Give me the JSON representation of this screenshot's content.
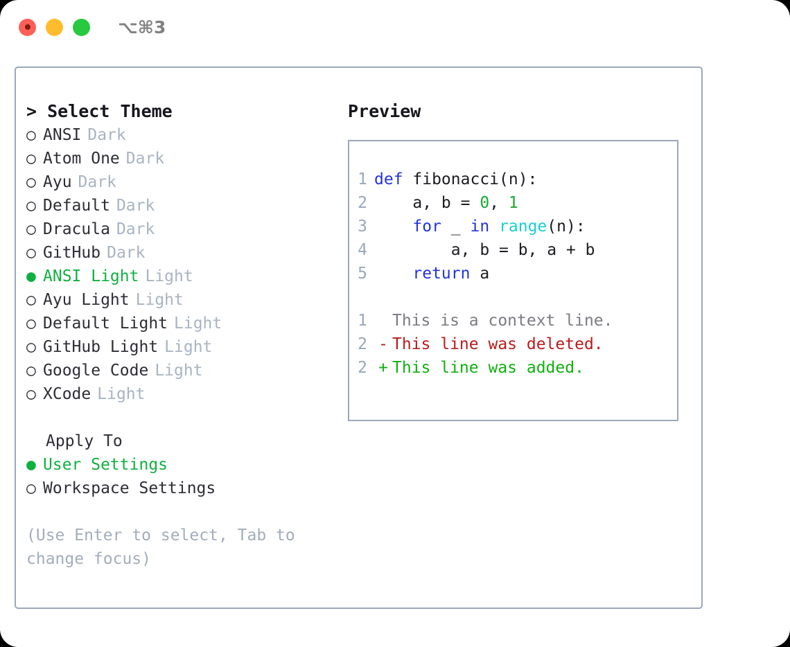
{
  "titlebar": {
    "shortcut": "⌥⌘3",
    "lights": [
      "close",
      "minimize",
      "zoom"
    ]
  },
  "theme_panel": {
    "heading": "> Select Theme",
    "marker_selected": "●",
    "marker_unselected": "○",
    "selected_color": "#10b040",
    "tag_color": "#a8b4c2",
    "items": [
      {
        "label": "ANSI",
        "tag": "Dark",
        "selected": false
      },
      {
        "label": "Atom One",
        "tag": "Dark",
        "selected": false
      },
      {
        "label": "Ayu",
        "tag": "Dark",
        "selected": false
      },
      {
        "label": "Default",
        "tag": "Dark",
        "selected": false
      },
      {
        "label": "Dracula",
        "tag": "Dark",
        "selected": false
      },
      {
        "label": "GitHub",
        "tag": "Dark",
        "selected": false
      },
      {
        "label": "ANSI Light",
        "tag": "Light",
        "selected": true
      },
      {
        "label": "Ayu Light",
        "tag": "Light",
        "selected": false
      },
      {
        "label": "Default Light",
        "tag": "Light",
        "selected": false
      },
      {
        "label": "GitHub Light",
        "tag": "Light",
        "selected": false
      },
      {
        "label": "Google Code",
        "tag": "Light",
        "selected": false
      },
      {
        "label": "XCode",
        "tag": "Light",
        "selected": false
      }
    ]
  },
  "apply_to": {
    "heading": "Apply To",
    "items": [
      {
        "label": "User Settings",
        "selected": true
      },
      {
        "label": "Workspace Settings",
        "selected": false
      }
    ]
  },
  "hint": "(Use Enter to select, Tab to change focus)",
  "preview": {
    "title": "Preview",
    "code": [
      {
        "no": "1",
        "tokens": [
          {
            "t": "def",
            "c": "kw"
          },
          {
            "t": " fibonacci(n):",
            "c": "plain"
          }
        ]
      },
      {
        "no": "2",
        "tokens": [
          {
            "t": "    a, b = ",
            "c": "plain"
          },
          {
            "t": "0",
            "c": "num"
          },
          {
            "t": ", ",
            "c": "plain"
          },
          {
            "t": "1",
            "c": "num"
          }
        ]
      },
      {
        "no": "3",
        "tokens": [
          {
            "t": "    ",
            "c": "plain"
          },
          {
            "t": "for",
            "c": "kw"
          },
          {
            "t": " _ ",
            "c": "plain"
          },
          {
            "t": "in",
            "c": "kw"
          },
          {
            "t": " ",
            "c": "plain"
          },
          {
            "t": "range",
            "c": "fn"
          },
          {
            "t": "(n):",
            "c": "plain"
          }
        ]
      },
      {
        "no": "4",
        "tokens": [
          {
            "t": "        a, b = b, a + b",
            "c": "plain"
          }
        ]
      },
      {
        "no": "5",
        "tokens": [
          {
            "t": "    ",
            "c": "plain"
          },
          {
            "t": "return",
            "c": "kw"
          },
          {
            "t": " a",
            "c": "plain"
          }
        ]
      }
    ],
    "diff": [
      {
        "no": "1",
        "sign": " ",
        "text": "This is a context line.",
        "kind": "context"
      },
      {
        "no": "2",
        "sign": "-",
        "text": "This line was deleted.",
        "kind": "deleted"
      },
      {
        "no": "2",
        "sign": "+",
        "text": "This line was added.",
        "kind": "added"
      }
    ],
    "colors": {
      "keyword": "#2233dd",
      "function": "#19cfcf",
      "number": "#16a830",
      "lineno": "#9aa7b8",
      "diff_context": "#7b7b83",
      "diff_deleted": "#b91c1c",
      "diff_added": "#10b010"
    }
  }
}
